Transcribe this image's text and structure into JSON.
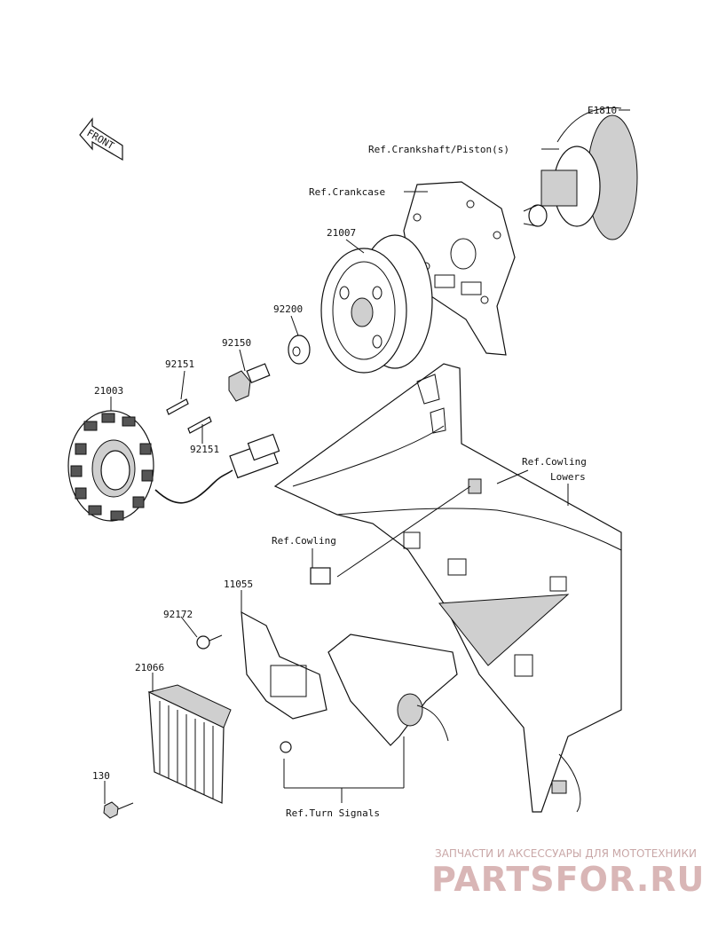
{
  "diagram": {
    "code": "E1810",
    "front_label": "FRONT"
  },
  "parts": {
    "p21007": "21007",
    "p92200": "92200",
    "p92150": "92150",
    "p92151_top": "92151",
    "p92151_bottom": "92151",
    "p21003": "21003",
    "p11055": "11055",
    "p92172": "92172",
    "p21066": "21066",
    "p130": "130"
  },
  "refs": {
    "crankshaft": "Ref.Crankshaft/Piston(s)",
    "crankcase": "Ref.Crankcase",
    "cowling_lowers_1": "Ref.Cowling",
    "cowling_lowers_2": "Lowers",
    "cowling": "Ref.Cowling",
    "turn_signals": "Ref.Turn Signals"
  },
  "watermark": {
    "tagline": "ЗАПЧАСТИ И АКСЕССУАРЫ ДЛЯ МОТОТЕХНИКИ",
    "brand": "PARTSFOR.RU",
    "color": "#d9b6b6"
  }
}
